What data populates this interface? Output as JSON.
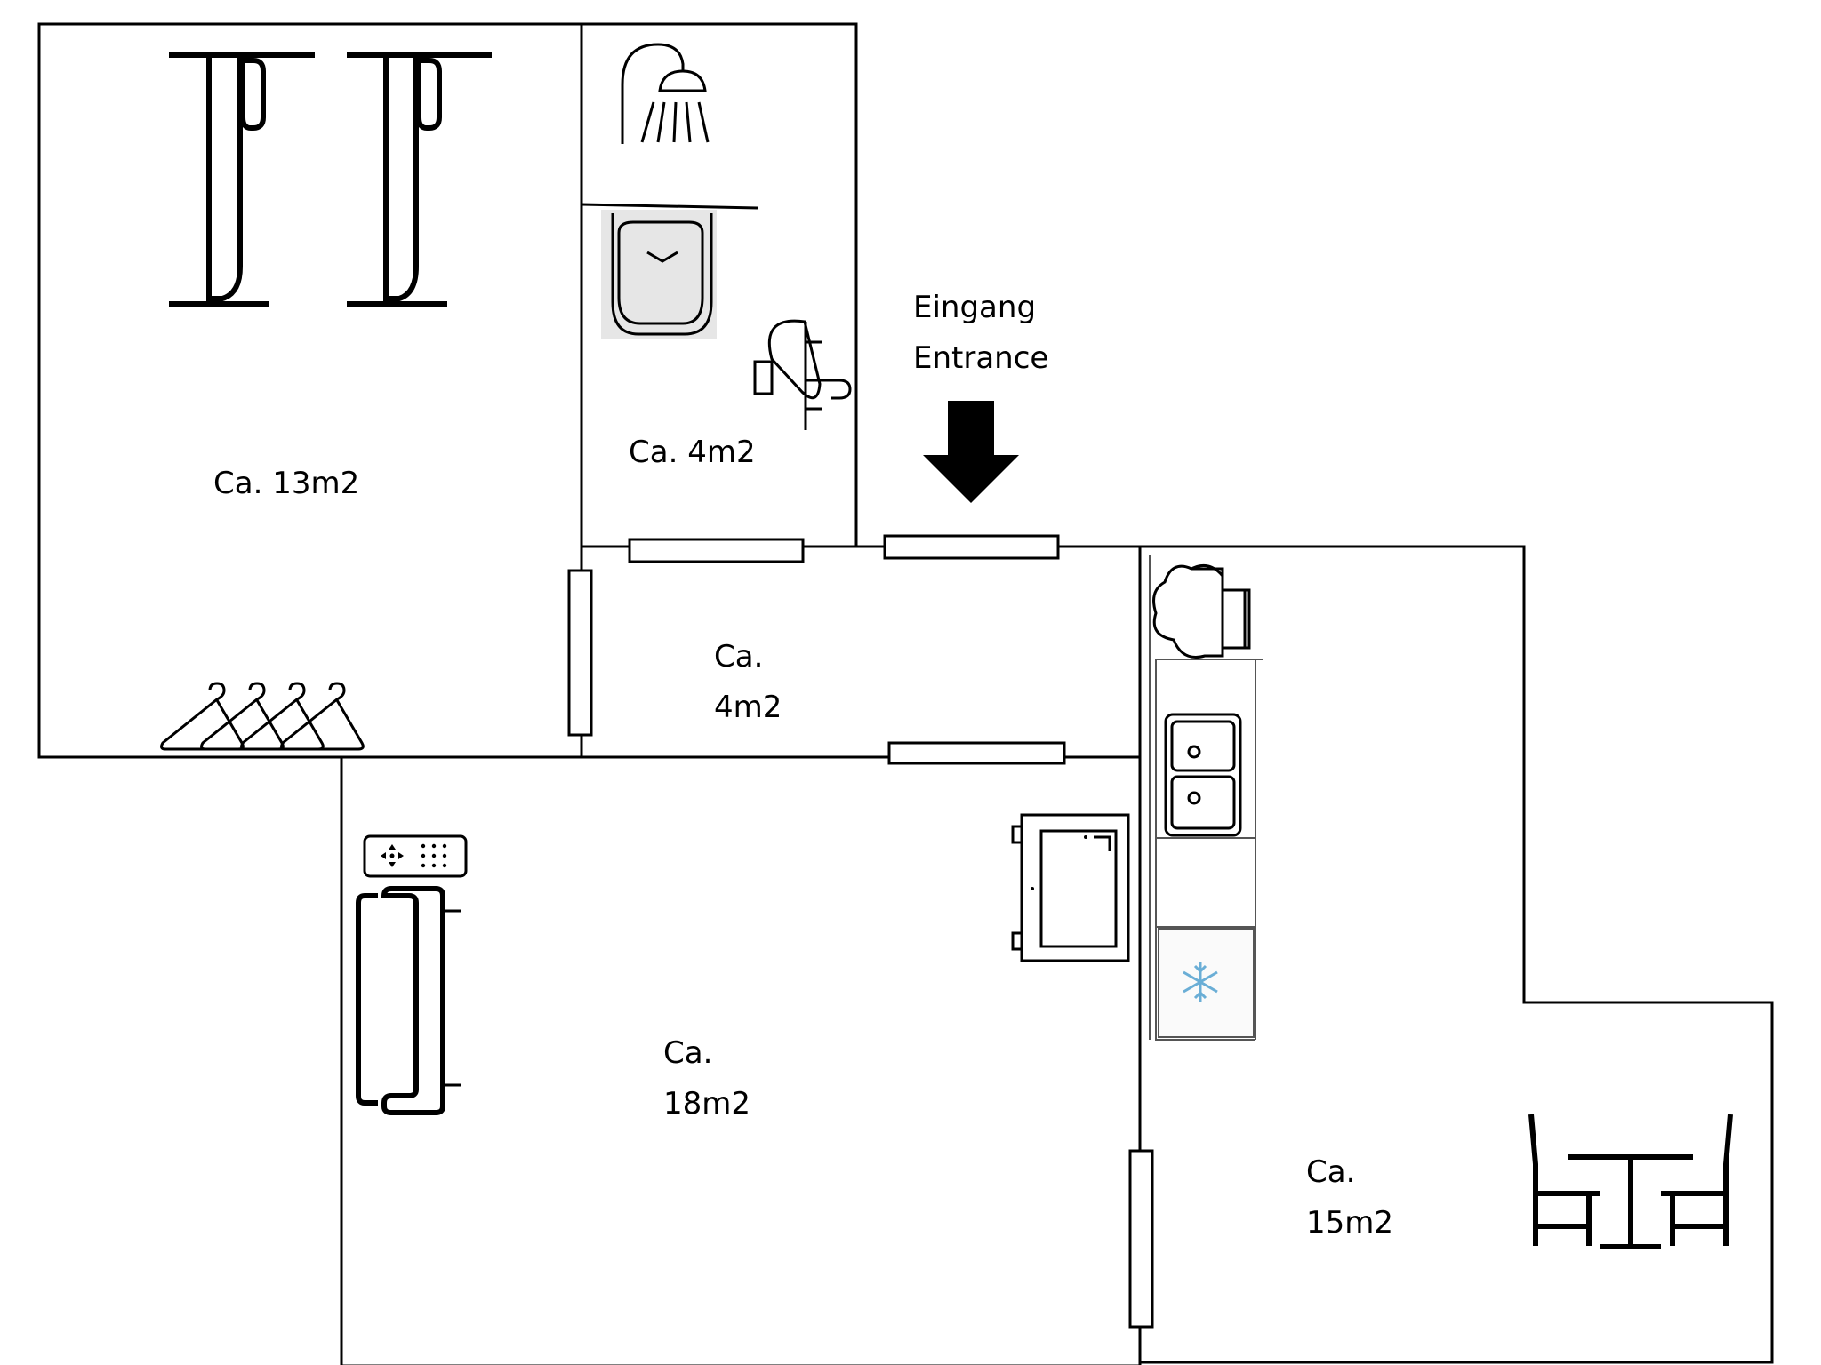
{
  "rooms": {
    "bedroom": {
      "area_label": "Ca. 13m2"
    },
    "bathroom": {
      "area_label": "Ca. 4m2"
    },
    "hallway": {
      "area_line1": "Ca.",
      "area_line2": "4m2"
    },
    "living": {
      "area_line1": "Ca.",
      "area_line2": "18m2"
    },
    "kitchen": {
      "area_line1": "Ca.",
      "area_line2": "15m2"
    }
  },
  "entrance": {
    "line1": "Eingang",
    "line2": "Entrance"
  },
  "icons": [
    "bed-icon",
    "shower-icon",
    "toilet-icon",
    "sink-icon",
    "entrance-arrow-icon",
    "clothes-hanger-icon",
    "remote-control-icon",
    "sofa-icon",
    "tv-icon",
    "stove-icon",
    "kitchen-sink-icon",
    "fridge-icon",
    "dining-table-icon"
  ]
}
